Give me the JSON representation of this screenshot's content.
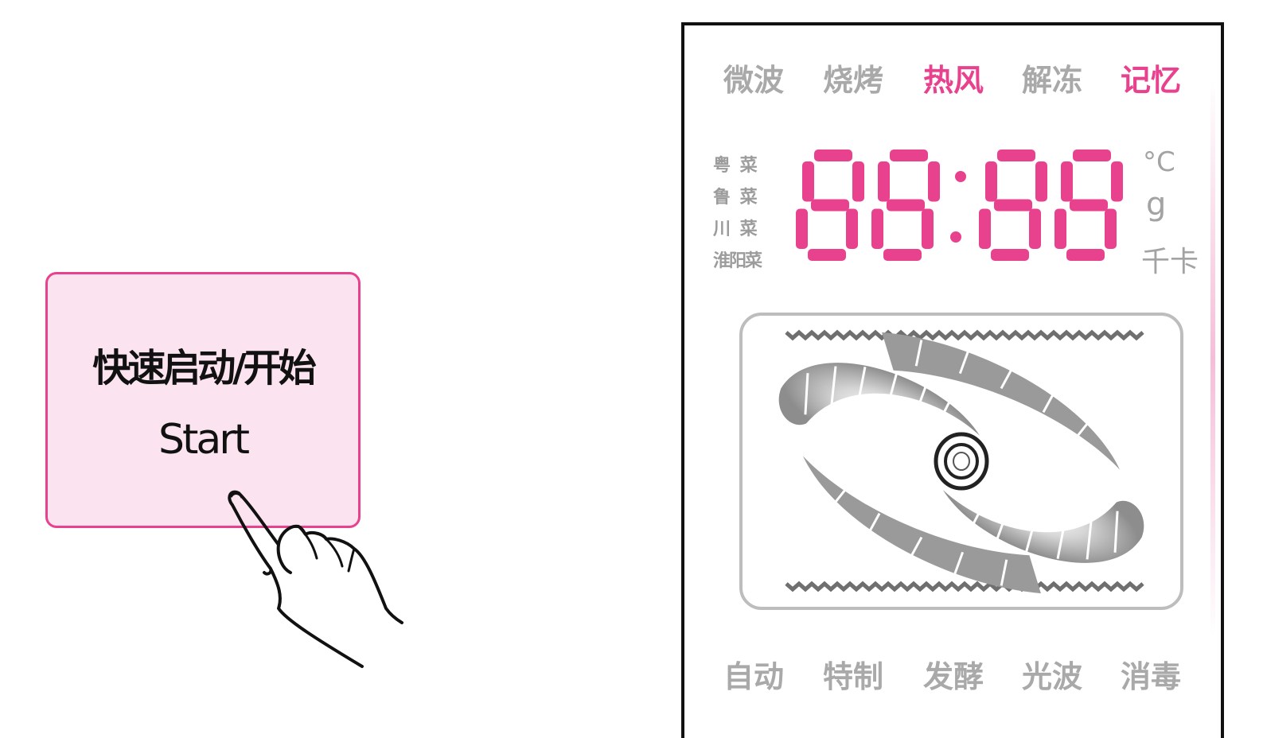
{
  "start_button": {
    "label_cn": "快速启动/开始",
    "label_en": "Start"
  },
  "display": {
    "top_modes": [
      {
        "label": "微波",
        "state": "off"
      },
      {
        "label": "烧烤",
        "state": "off"
      },
      {
        "label": "热风",
        "state": "on"
      },
      {
        "label": "解冻",
        "state": "off"
      },
      {
        "label": "记忆",
        "state": "on"
      }
    ],
    "cuisines": [
      "粤 菜",
      "鲁 菜",
      "川 菜",
      "淮阳菜"
    ],
    "time": "88:88",
    "units": {
      "celsius": "°C",
      "grams": "g",
      "kcal": "千卡"
    },
    "bottom_modes": [
      {
        "label": "自动",
        "state": "off"
      },
      {
        "label": "特制",
        "state": "off"
      },
      {
        "label": "发酵",
        "state": "off"
      },
      {
        "label": "光波",
        "state": "off"
      },
      {
        "label": "消毒",
        "state": "off"
      }
    ],
    "colors": {
      "lit": "#e8418e",
      "dim": "#a9a9a9"
    }
  }
}
